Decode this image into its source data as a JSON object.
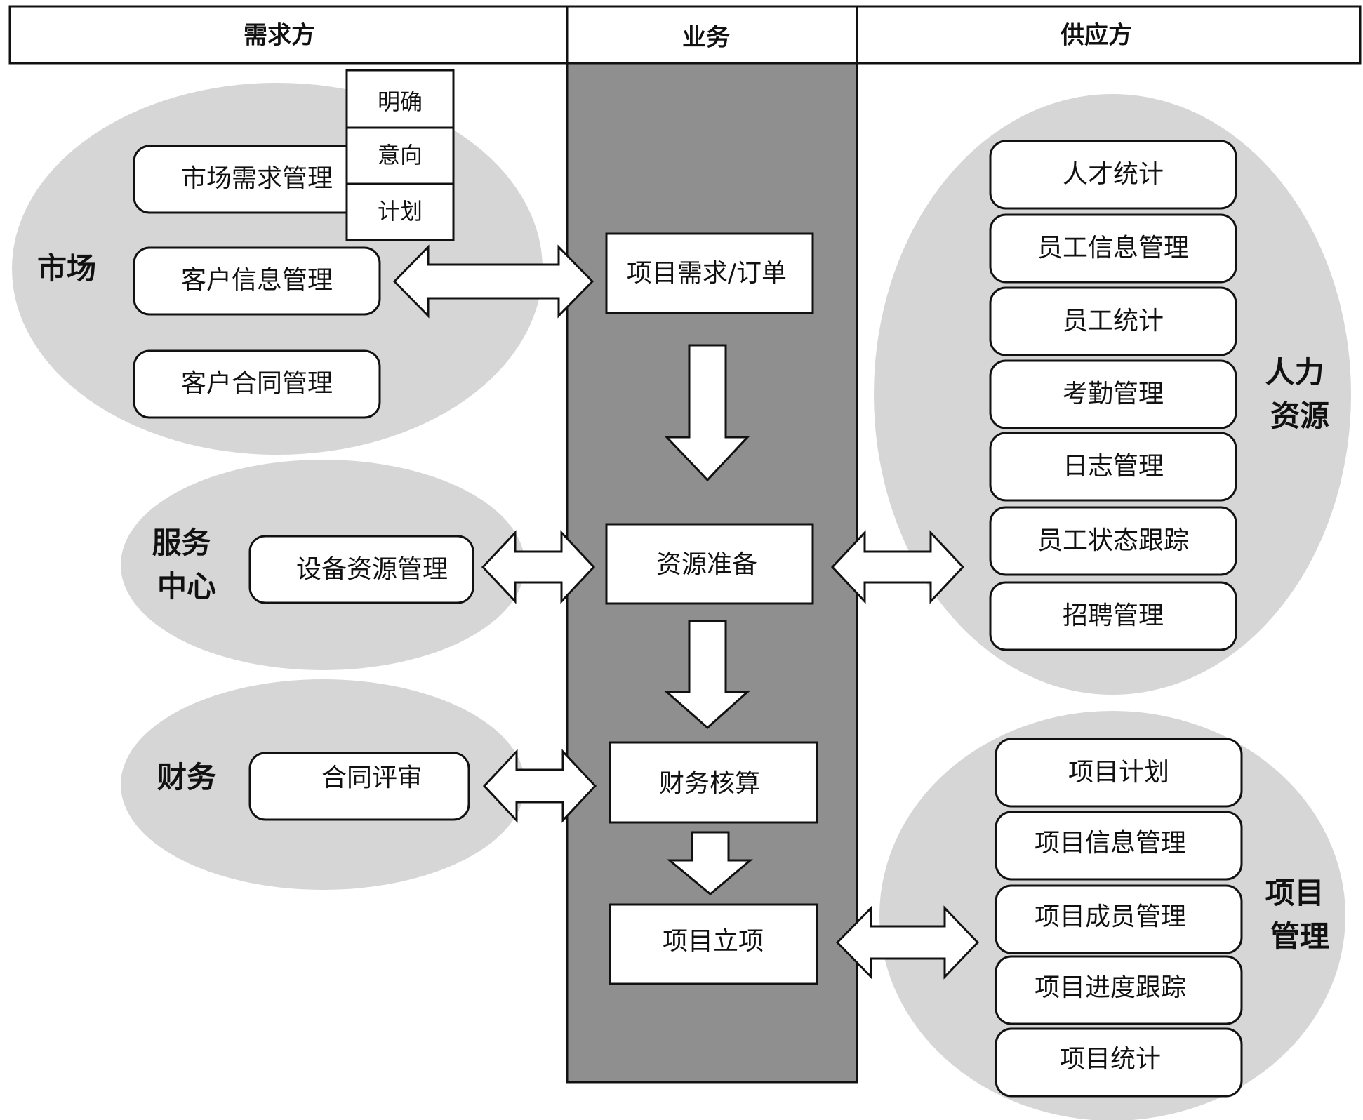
{
  "header": {
    "demand": "需求方",
    "business": "业务",
    "supply": "供应方"
  },
  "demand_side": {
    "market": {
      "label": [
        "市场"
      ],
      "items": [
        "市场需求管理",
        "客户信息管理",
        "客户合同管理"
      ],
      "sub_items": [
        "明确",
        "意向",
        "计划"
      ]
    },
    "service_center": {
      "label": [
        "服务",
        "中心"
      ],
      "items": [
        "设备资源管理"
      ]
    },
    "finance": {
      "label": [
        "财务"
      ],
      "items": [
        "合同评审"
      ]
    }
  },
  "business_flow": {
    "steps": [
      "项目需求/订单",
      "资源准备",
      "财务核算",
      "项目立项"
    ]
  },
  "supply_side": {
    "hr": {
      "label": [
        "人力",
        "资源"
      ],
      "items": [
        "人才统计",
        "员工信息管理",
        "员工统计",
        "考勤管理",
        "日志管理",
        "员工状态跟踪",
        "招聘管理"
      ]
    },
    "project_mgmt": {
      "label": [
        "项目",
        "管理"
      ],
      "items": [
        "项目计划",
        "项目信息管理",
        "项目成员管理",
        "项目进度跟踪",
        "项目统计"
      ]
    }
  },
  "colors": {
    "business_column": "#8f8f8f",
    "ellipse": "#d6d6d6",
    "stroke": "#111111",
    "box": "#ffffff"
  }
}
